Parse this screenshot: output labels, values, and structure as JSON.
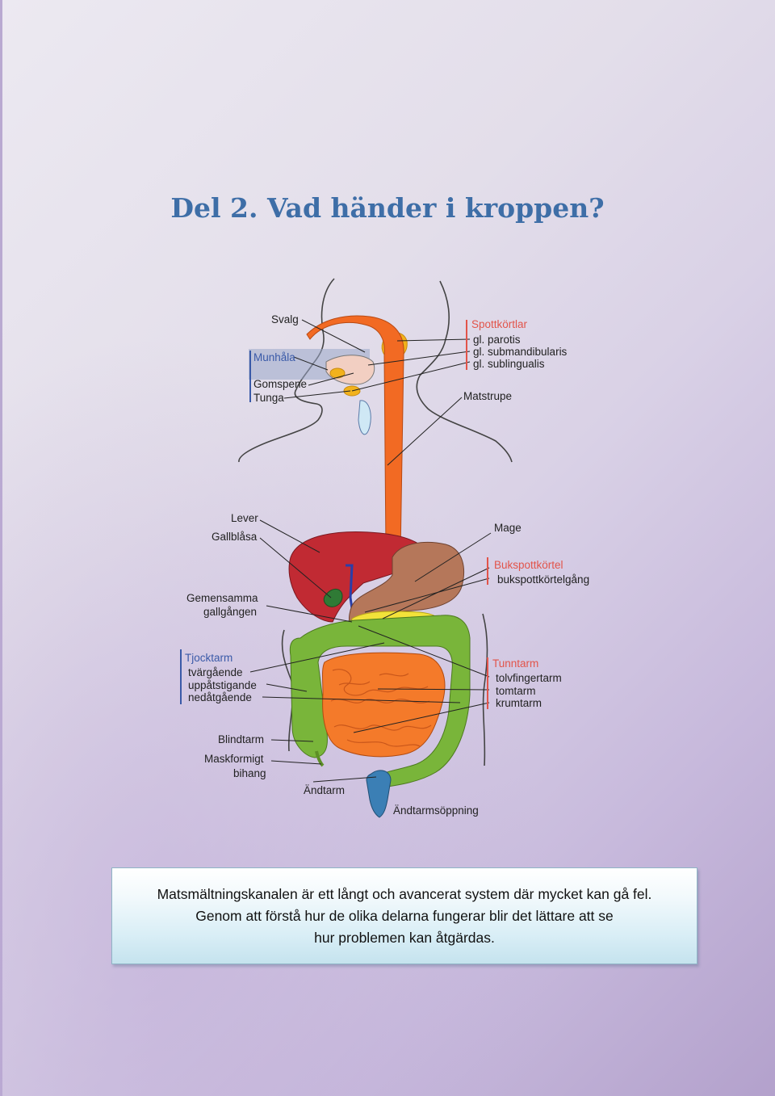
{
  "title": "Del 2. Vad händer i kroppen?",
  "diagram": {
    "labels": {
      "svalg": "Svalg",
      "munhala": "Munhåla",
      "gomspene": "Gomspene",
      "tunga": "Tunga",
      "spottkortlar": "Spottkörtlar",
      "parotis": "gl. parotis",
      "submandibularis": "gl. submandibularis",
      "sublingualis": "gl. sublingualis",
      "matstrupe": "Matstrupe",
      "lever": "Lever",
      "gallblasa": "Gallblåsa",
      "mage": "Mage",
      "bukspottkortel": "Bukspottkörtel",
      "bukspottkortelgang": "bukspottkörtelgång",
      "gemensamma1": "Gemensamma",
      "gemensamma2": "gallgången",
      "tjocktarm": "Tjocktarm",
      "tvargaende": "tvärgående",
      "uppatstigande": "uppåtstigande",
      "nedatgaende": "nedåtgående",
      "tunntarm": "Tunntarm",
      "tolvfingertarm": "tolvfingertarm",
      "tomtarm": "tomtarm",
      "krumtarm": "krumtarm",
      "blindtarm": "Blindtarm",
      "maskformigt1": "Maskformigt",
      "maskformigt2": "bihang",
      "andtarm": "Ändtarm",
      "andtarmsoppning": "Ändtarmsöppning"
    },
    "colors": {
      "head_label": "#e2544a",
      "munhala_label": "#3a5aa8",
      "esophagus": "#f26a23",
      "liver": "#c12a33",
      "stomach": "#b5775a",
      "colon": "#79b53a",
      "small_intestine": "#f47a2a",
      "pancreas": "#f2e23a",
      "rectum": "#3b7fb5"
    }
  },
  "caption": {
    "line1": "Matsmältningskanalen är ett långt och avancerat system där mycket kan gå fel.",
    "line2": "Genom att förstå hur de olika delarna fungerar blir det lättare att se",
    "line3": "hur problemen kan åtgärdas."
  }
}
